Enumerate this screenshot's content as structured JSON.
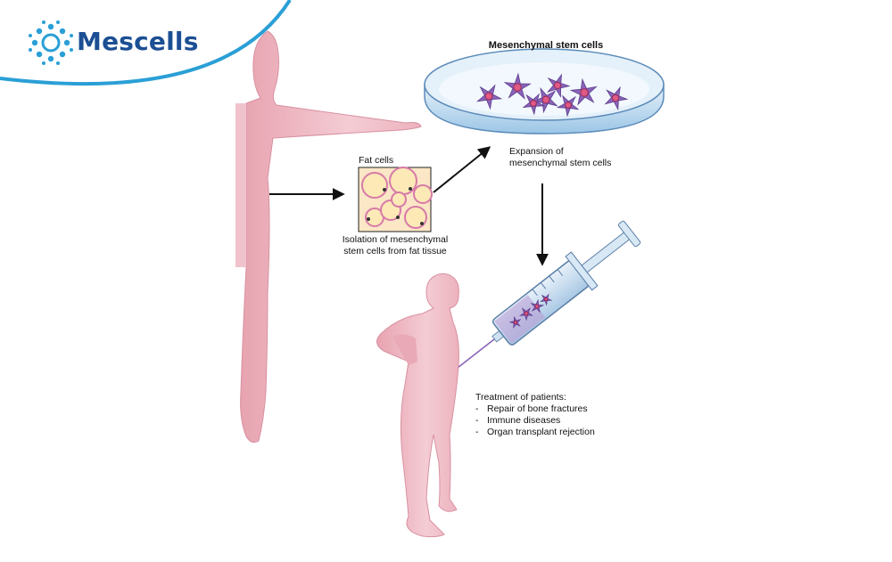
{
  "brand": {
    "name": "Mescells",
    "colors": {
      "primary": "#1c4f94",
      "accent": "#2a9fd6"
    }
  },
  "labels": {
    "dish_title": "Mesenchymal stem cells",
    "fat_cells": "Fat cells",
    "isolation_line1": "Isolation of mesenchymal",
    "isolation_line2": "stem cells from fat tissue",
    "expansion_line1": "Expansion of",
    "expansion_line2": "mesenchymal stem cells",
    "treatment_title": "Treatment of patients:",
    "treatments": [
      "Repair of bone fractures",
      "Immune diseases",
      "Organ transplant rejection"
    ]
  },
  "icons": {
    "logo": "cell-cluster-icon",
    "arrows": "arrow-icon",
    "syringe": "syringe-icon"
  },
  "colors": {
    "skin": "#efb8c2",
    "cell": "#8a63b8",
    "dish": "#cde4f5"
  }
}
